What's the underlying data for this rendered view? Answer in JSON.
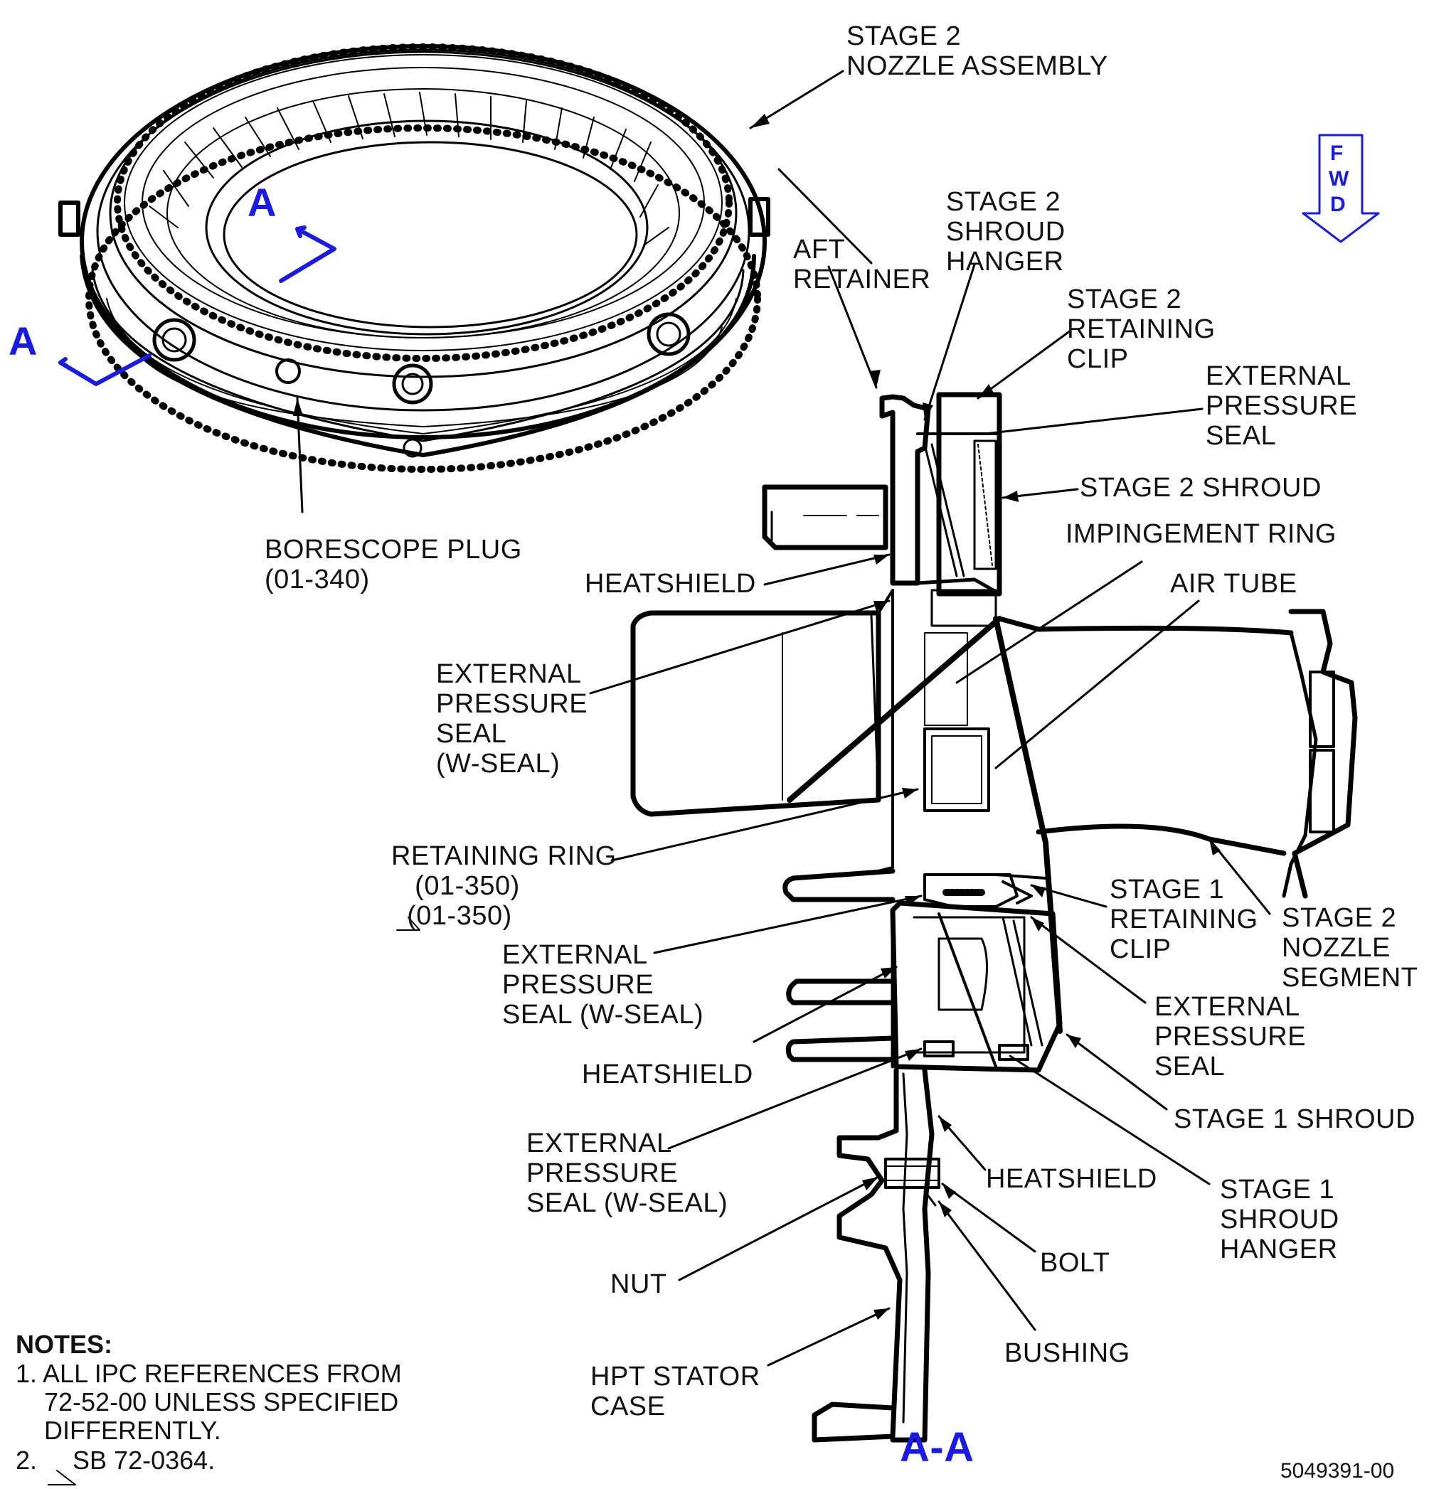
{
  "labels": {
    "stage2_nozzle_assembly": "STAGE 2\nNOZZLE ASSEMBLY",
    "stage2_shroud_hanger": "STAGE 2\nSHROUD\nHANGER",
    "aft_retainer": "AFT\nRETAINER",
    "stage2_retaining_clip": "STAGE 2\nRETAINING\nCLIP",
    "external_pressure_seal_top": "EXTERNAL\nPRESSURE\nSEAL",
    "stage2_shroud": "STAGE 2 SHROUD",
    "impingement_ring": "IMPINGEMENT RING",
    "air_tube": "AIR TUBE",
    "heatshield_upper": "HEATSHIELD",
    "borescope_plug": "BORESCOPE PLUG\n(01-340)",
    "external_pressure_seal_wseal_1": "EXTERNAL\nPRESSURE\nSEAL\n(W-SEAL)",
    "retaining_ring": "RETAINING RING\n   (01-350)\n  (01-350)",
    "external_pressure_seal_wseal_2": "EXTERNAL\nPRESSURE\nSEAL (W-SEAL)",
    "stage1_retaining_clip": "STAGE 1\nRETAINING\nCLIP",
    "stage2_nozzle_segment": "STAGE 2\nNOZZLE\nSEGMENT",
    "external_pressure_seal_right": "EXTERNAL\nPRESSURE\nSEAL",
    "heatshield_middle": "HEATSHIELD",
    "stage1_shroud": "STAGE 1 SHROUD",
    "external_pressure_seal_wseal_3": "EXTERNAL\nPRESSURE\nSEAL (W-SEAL)",
    "heatshield_lower": "HEATSHIELD",
    "stage1_shroud_hanger": "STAGE 1\nSHROUD\nHANGER",
    "nut": "NUT",
    "bolt": "BOLT",
    "bushing": "BUSHING",
    "hpt_stator_case": "HPT STATOR\nCASE"
  },
  "section_markers": {
    "a_top": "A",
    "a_left": "A",
    "section_view": "A-A"
  },
  "fwd_arrow": {
    "letters": [
      "F",
      "W",
      "D"
    ]
  },
  "notes": {
    "title": "NOTES:",
    "items": [
      "1. ALL IPC REFERENCES FROM\n    72-52-00 UNLESS SPECIFIED\n    DIFFERENTLY.",
      "2.     SB 72-0364."
    ]
  },
  "figure_number": "5049391-00",
  "colors": {
    "line": "#000000",
    "accent_blue": "#1a1ae6"
  }
}
